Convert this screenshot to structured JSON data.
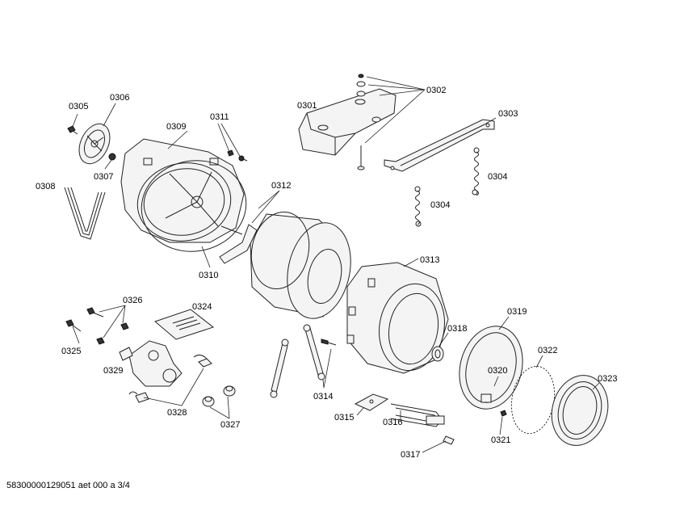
{
  "diagram": {
    "title": "Exploded view - washing machine tub assembly",
    "labels": {
      "p0301": "0301",
      "p0302": "0302",
      "p0303": "0303",
      "p0304a": "0304",
      "p0304b": "0304",
      "p0305": "0305",
      "p0306": "0306",
      "p0307": "0307",
      "p0308": "0308",
      "p0309": "0309",
      "p0310": "0310",
      "p0311": "0311",
      "p0312": "0312",
      "p0313": "0313",
      "p0314": "0314",
      "p0315": "0315",
      "p0316": "0316",
      "p0317": "0317",
      "p0318": "0318",
      "p0319": "0319",
      "p0320": "0320",
      "p0321": "0321",
      "p0322": "0322",
      "p0323": "0323",
      "p0324": "0324",
      "p0325": "0325",
      "p0326": "0326",
      "p0327": "0327",
      "p0328": "0328",
      "p0329": "0329"
    }
  },
  "footer": {
    "doc_code": "58300000129051 aet 000 a 3/4"
  }
}
